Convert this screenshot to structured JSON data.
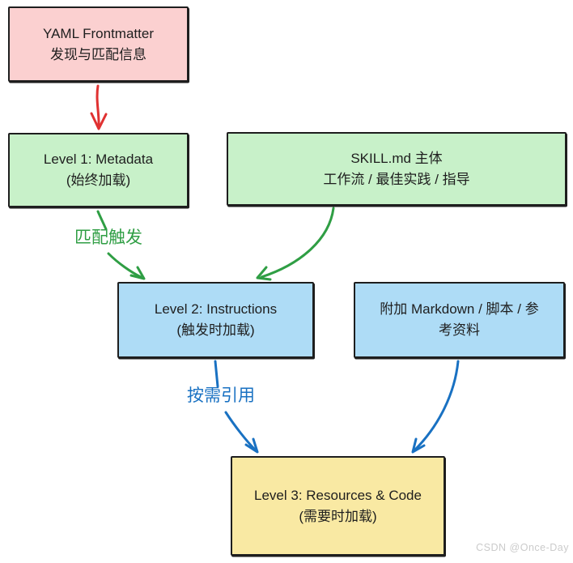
{
  "diagram": {
    "nodes": {
      "yaml": {
        "line1": "YAML Frontmatter",
        "line2": "发现与匹配信息",
        "fill": "#fbd0d0"
      },
      "level1": {
        "line1": "Level 1: Metadata",
        "line2": "(始终加载)",
        "fill": "#c8f1c9"
      },
      "skillmd": {
        "line1": "SKILL.md 主体",
        "line2": "工作流 / 最佳实践 / 指导",
        "fill": "#c8f1c9"
      },
      "level2": {
        "line1": "Level 2: Instructions",
        "line2": "(触发时加载)",
        "fill": "#aedcf6"
      },
      "extra": {
        "line1": "附加 Markdown / 脚本 / 参",
        "line2": "考资料",
        "fill": "#aedcf6"
      },
      "level3": {
        "line1": "Level 3: Resources & Code",
        "line2": "(需要时加载)",
        "fill": "#f9e9a3"
      }
    },
    "edge_labels": {
      "match_trigger": {
        "text": "匹配触发",
        "color": "#2f9e44"
      },
      "on_demand": {
        "text": "按需引用",
        "color": "#1971c2"
      }
    },
    "colors": {
      "border": "#1e1e1e",
      "text": "#1e1e1e",
      "arrow_red": "#e03131",
      "arrow_green": "#2f9e44",
      "arrow_blue": "#1971c2"
    }
  },
  "watermark": {
    "text": "CSDN @Once-Day"
  }
}
